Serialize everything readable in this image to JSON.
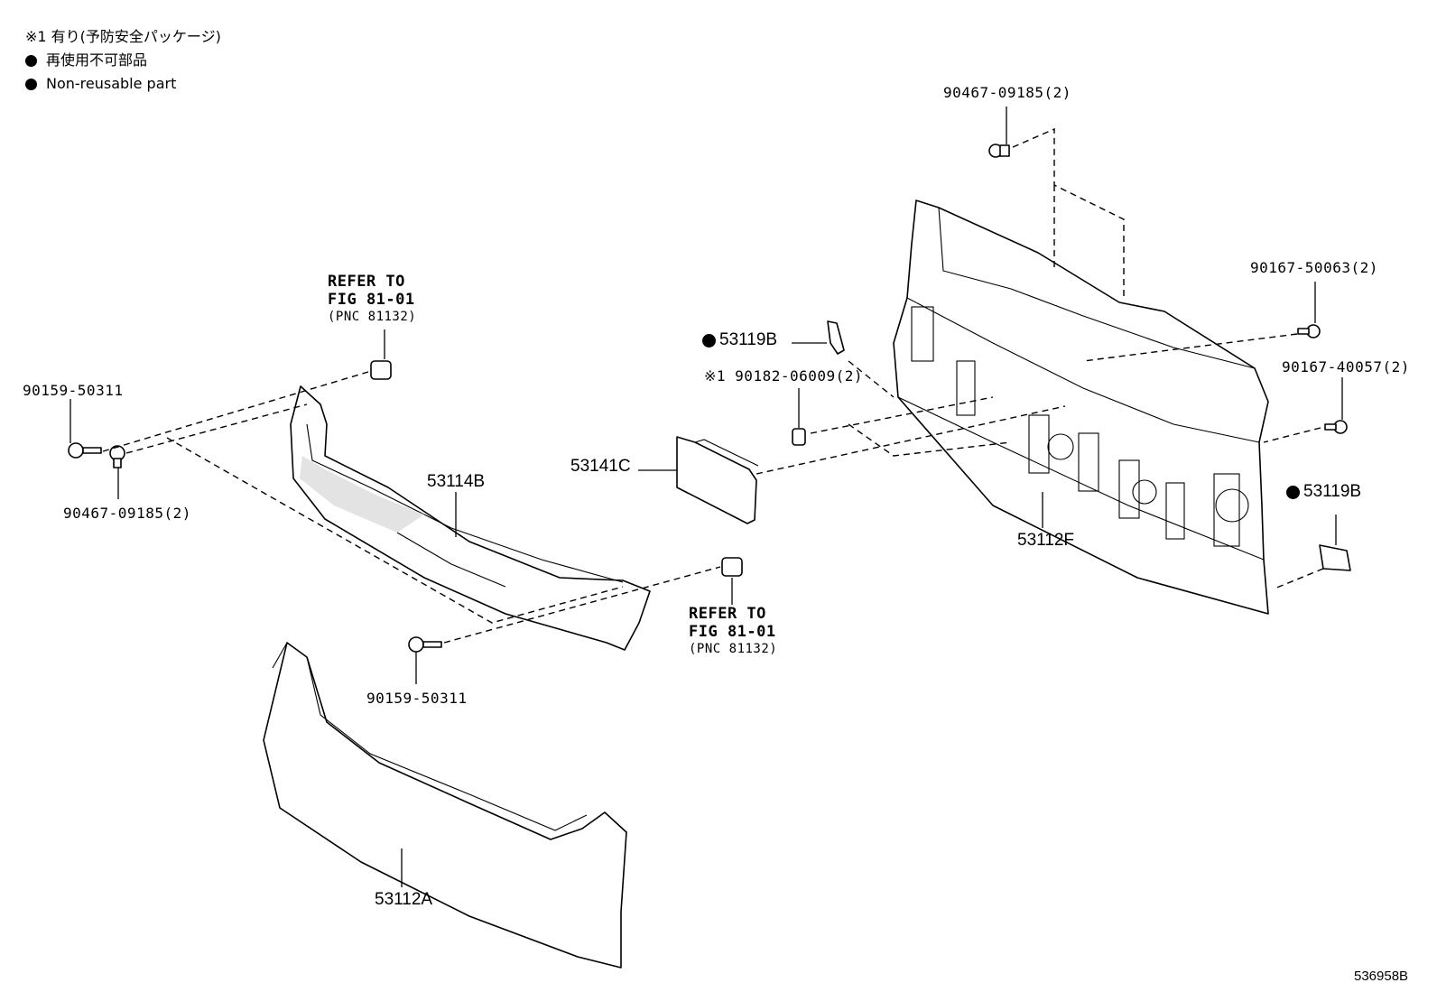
{
  "legend": {
    "note1": "※1 有り(予防安全パッケージ)",
    "item1": "再使用不可部品",
    "item2": "Non-reusable part"
  },
  "labels": {
    "p_90467_top": "90467-09185(2)",
    "p_90167_50063": "90167-50063(2)",
    "p_90167_40057": "90167-40057(2)",
    "p_53119b_a": "53119B",
    "p_53119b_b": "53119B",
    "p_90182": "※1 90182-06009(2)",
    "p_53141c": "53141C",
    "p_53112f": "53112F",
    "p_53114b": "53114B",
    "p_53112a": "53112A",
    "p_90159_left": "90159-50311",
    "p_90467_left": "90467-09185(2)",
    "p_90159_bottom": "90159-50311",
    "refer_top": {
      "line1": "REFER TO",
      "line2": "FIG 81-01",
      "line3": "(PNC 81132)"
    },
    "refer_bottom": {
      "line1": "REFER TO",
      "line2": "FIG 81-01",
      "line3": "(PNC 81132)"
    },
    "figure_id": "536958B"
  },
  "icons": [
    "bullet-dot-icon"
  ]
}
